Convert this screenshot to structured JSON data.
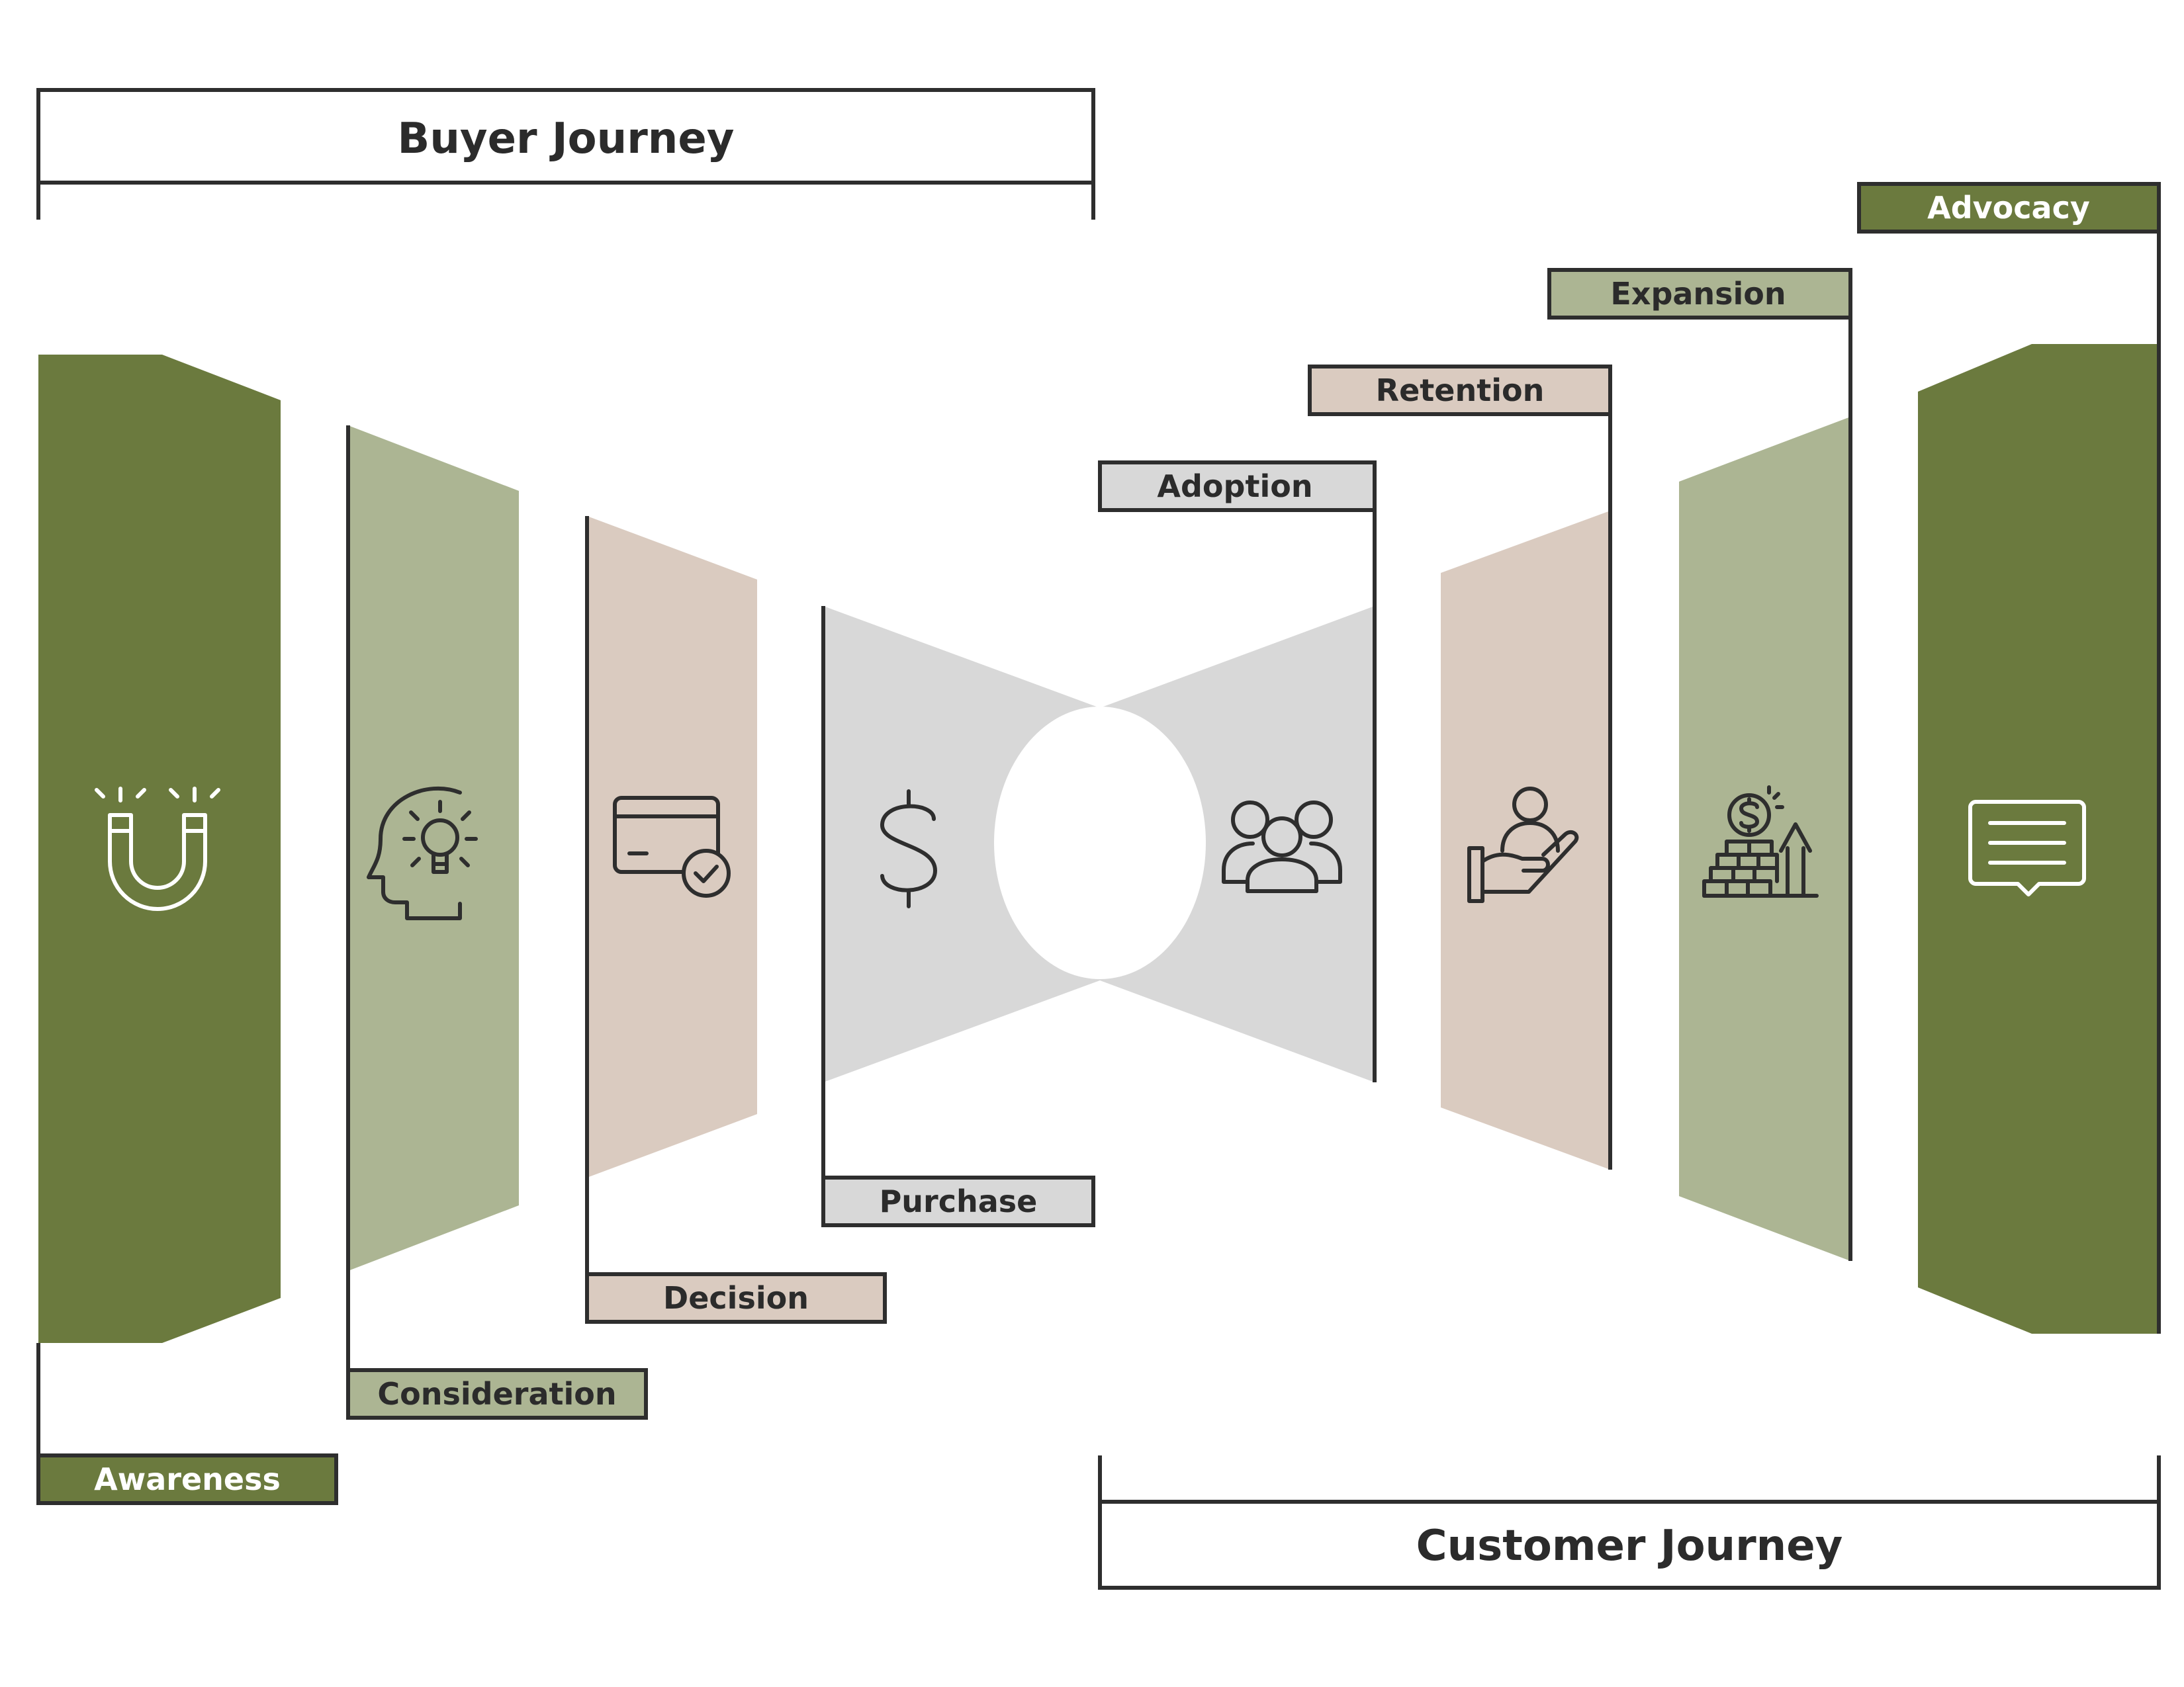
{
  "colors": {
    "dark_green": "#6b7a3e",
    "sage": "#acb593",
    "beige": "#dacbc0",
    "gray": "#d8d8d8",
    "outline": "#2e2e2e",
    "text": "#2b2b2b"
  },
  "headers": {
    "buyer": "Buyer Journey",
    "customer": "Customer Journey"
  },
  "stages": [
    {
      "label": "Awareness",
      "icon": "magnet-icon"
    },
    {
      "label": "Consideration",
      "icon": "head-lightbulb-icon"
    },
    {
      "label": "Decision",
      "icon": "credit-card-check-icon"
    },
    {
      "label": "Purchase",
      "icon": "dollar-sign-icon"
    },
    {
      "label": "Adoption",
      "icon": "people-group-icon"
    },
    {
      "label": "Retention",
      "icon": "hand-person-icon"
    },
    {
      "label": "Expansion",
      "icon": "coins-growth-icon"
    },
    {
      "label": "Advocacy",
      "icon": "chat-bubble-icon"
    }
  ]
}
